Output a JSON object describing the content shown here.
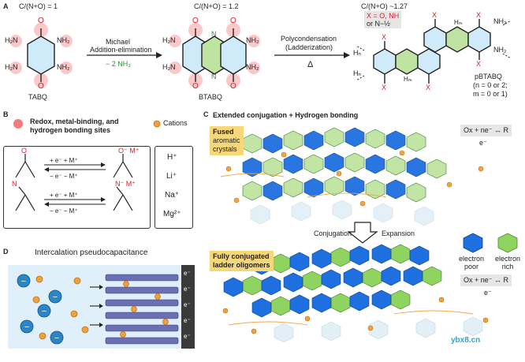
{
  "panel_a": {
    "label": "A",
    "ratio_tabq": "C/(N+O) = 1",
    "ratio_btabq": "C/(N+O) = 1.2",
    "ratio_pbtabq": "C/(N+O) ~1.27",
    "step1_line1": "Michael",
    "step1_line2": "Addition-elimination",
    "step1_byproduct": "− 2 NH₃",
    "step2_line1": "Polycondensation",
    "step2_line2": "(Ladderization)",
    "step2_delta": "Δ",
    "tabq": "TABQ",
    "btabq": "BTABQ",
    "pbtabq_name": "pBTABQ",
    "pbtabq_n": "(n = 0 or 2;",
    "pbtabq_m": "m = 0 or 1)",
    "x_def_line1": "X = O, NH",
    "x_def_line2": "or N−½",
    "atom_labels": {
      "h2n": "H₂N",
      "nh2": "NH₂",
      "o": "O",
      "n": "N",
      "h": "H",
      "x": "X",
      "hn": "Hₙ",
      "hm": "Hₘ"
    }
  },
  "panel_b": {
    "label": "B",
    "sites_line1": "Redox, metal-binding, and",
    "sites_line2": "hydrogen bonding sites",
    "cations_label": "Cations",
    "cations": [
      "H⁺",
      "Li⁺",
      "Na⁺",
      "Mg²⁺"
    ],
    "forward": "+ e⁻  + M⁺",
    "backward": "− e⁻  − M⁺",
    "product_o": "O⁻ M⁺",
    "product_n": "N⁻ M⁺",
    "atom_o": "O",
    "atom_n": "N"
  },
  "panel_c": {
    "label": "C",
    "title": "Extended conjugation + Hydrogen bonding",
    "fused_line1": "Fused",
    "fused_line2": "aromatic",
    "fused_line3": "crystals",
    "redox": "Ox + ne⁻ ↔ R",
    "electron": "e⁻",
    "conjugation": "Conjugation",
    "expansion": "Expansion",
    "poor_line1": "electron",
    "poor_line2": "poor",
    "rich_line1": "electron",
    "rich_line2": "rich",
    "ladder_line1": "Fully conjugated",
    "ladder_line2": "ladder oligomers"
  },
  "panel_d": {
    "label": "D",
    "title": "Intercalation pseudocapacitance",
    "electron": "e⁻",
    "anion": "−"
  },
  "watermark": "ybx8.cn",
  "colors": {
    "red": "#d4232a",
    "green": "#2d8f3a",
    "electron_poor": "#1e6fe0",
    "electron_rich": "#8fd460",
    "cation": "#f0a23a",
    "highlight": "#f6d77a"
  }
}
